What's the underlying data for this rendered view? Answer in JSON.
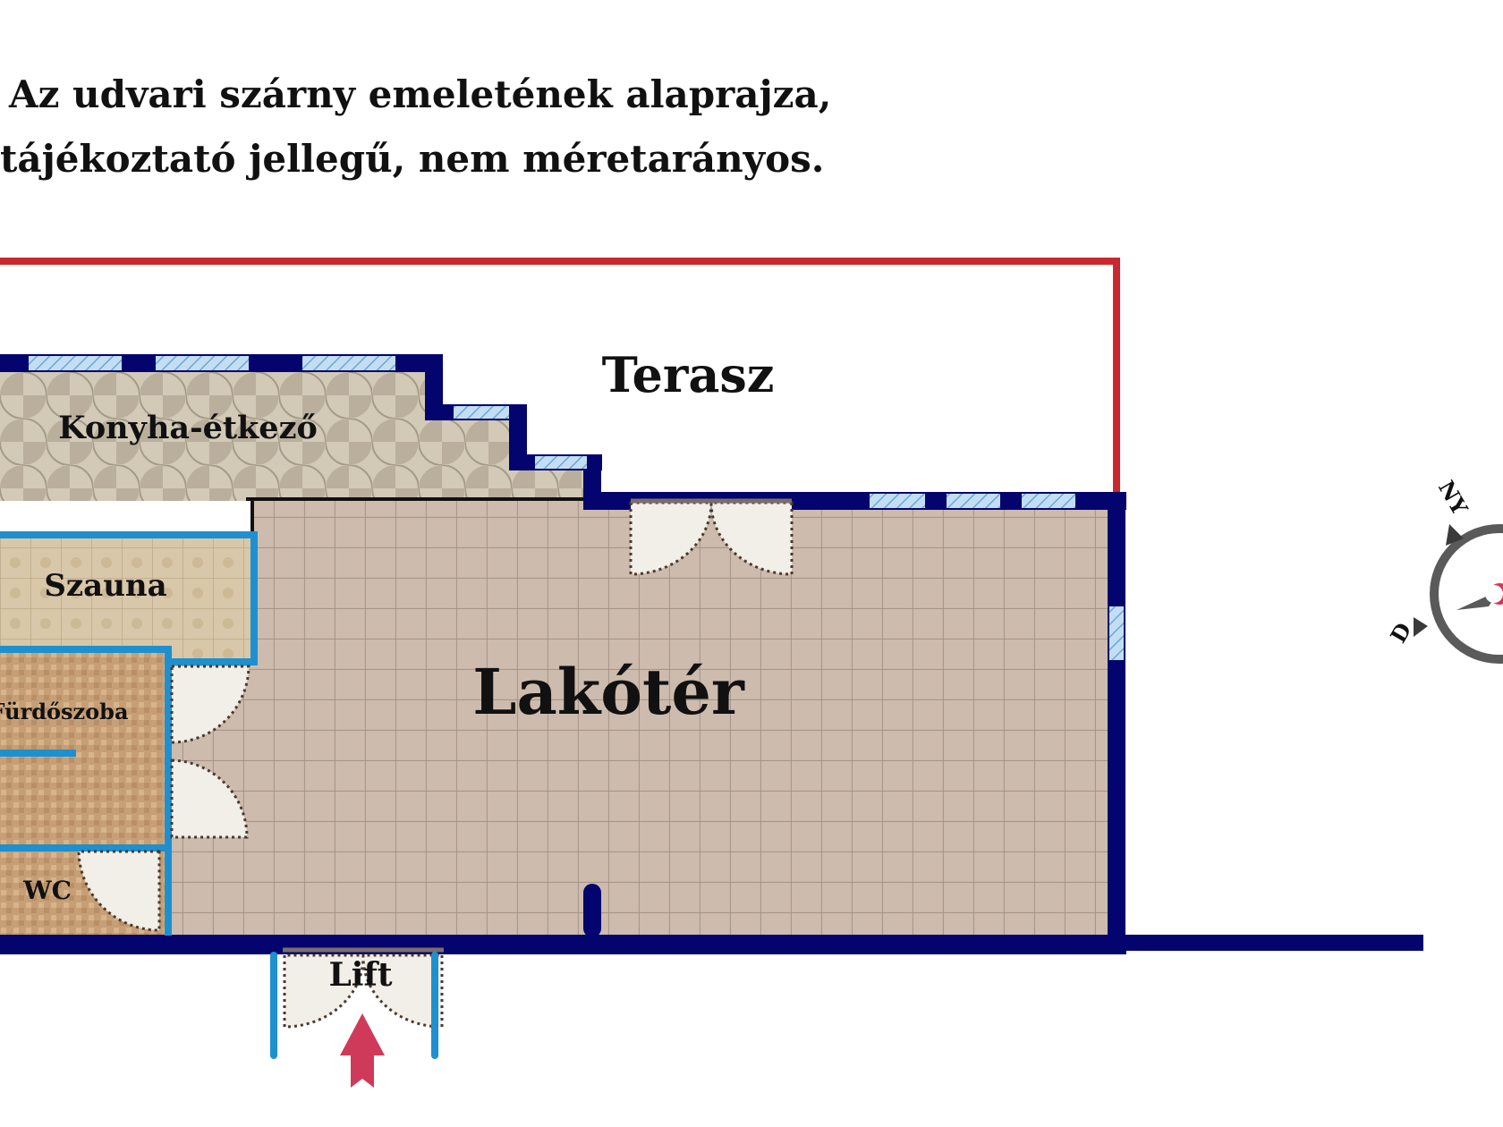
{
  "title": {
    "line1": "Az udvari szárny emeletének alaprajza,",
    "line2": "tájékoztató jellegű, nem méretarányos."
  },
  "rooms": {
    "terrace": "Terasz",
    "kitchen": "Konyha-étkező",
    "sauna": "Szauna",
    "bathroom": "Fürdőszoba",
    "wc": "WC",
    "living": "Lakótér",
    "lift": "Lift"
  },
  "compass": {
    "north_label": "NY",
    "south_label": "D"
  },
  "colors": {
    "wall": "#04046e",
    "terrace_outline": "#c8282e",
    "inner_wall": "#1e90d0",
    "window": "#9cc8e8",
    "entry_arrow": "#d03a5a",
    "living_floor": "#c8b4a4",
    "kitchen_floor": "#cfc5b2",
    "sauna_floor": "#d7c6a6",
    "bath_floor": "#c9a67f"
  }
}
